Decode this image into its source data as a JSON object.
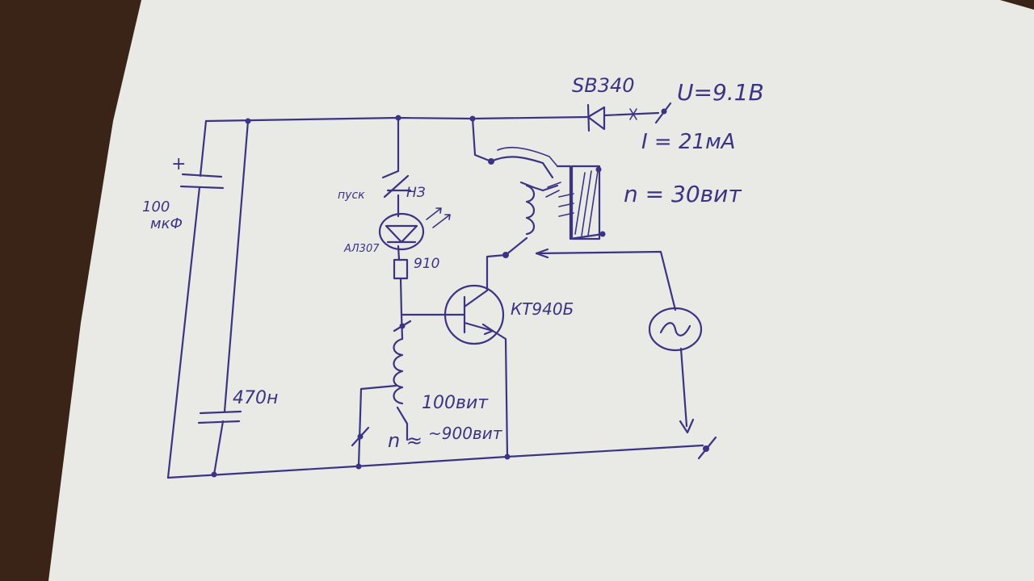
{
  "colors": {
    "ink": "#3b3484",
    "paper": "#e9e9e6",
    "table": "#3a2418"
  },
  "labels": {
    "diode_name": "SB340",
    "voltage": "U=9.1B",
    "current": "I = 21мА",
    "relay_turns": "n = 30вит",
    "cap1_plus": "+",
    "cap1_value_line1": "100",
    "cap1_value_line2": "мкФ",
    "cap2_value": "470н",
    "switch_left": "пуск",
    "switch_right": "НЗ",
    "led_name": "АЛ307",
    "resistor_value": "910",
    "transistor_name": "КТ940Б",
    "coil_turns": "100вит",
    "coil_n": "n ≈",
    "coil_n_scribble": "~900вит"
  },
  "icons": [
    "diode-icon",
    "capacitor-icon",
    "switch-icon",
    "led-icon",
    "resistor-icon",
    "transistor-icon",
    "coil-icon",
    "relay-icon",
    "ac-source-icon"
  ]
}
